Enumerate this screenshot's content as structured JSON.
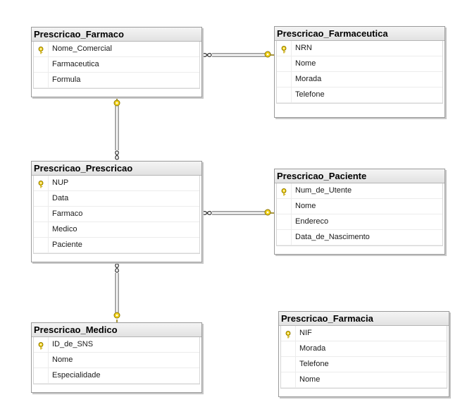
{
  "tables": {
    "farmaco": {
      "title": "Prescricao_Farmaco",
      "columns": [
        {
          "name": "Nome_Comercial",
          "key": true
        },
        {
          "name": "Farmaceutica",
          "key": false
        },
        {
          "name": "Formula",
          "key": false
        }
      ]
    },
    "farmaceutica": {
      "title": "Prescricao_Farmaceutica",
      "columns": [
        {
          "name": "NRN",
          "key": true
        },
        {
          "name": "Nome",
          "key": false
        },
        {
          "name": "Morada",
          "key": false
        },
        {
          "name": "Telefone",
          "key": false
        }
      ]
    },
    "prescricao": {
      "title": "Prescricao_Prescricao",
      "columns": [
        {
          "name": "NUP",
          "key": true
        },
        {
          "name": "Data",
          "key": false
        },
        {
          "name": "Farmaco",
          "key": false
        },
        {
          "name": "Medico",
          "key": false
        },
        {
          "name": "Paciente",
          "key": false
        }
      ]
    },
    "paciente": {
      "title": "Prescricao_Paciente",
      "columns": [
        {
          "name": "Num_de_Utente",
          "key": true
        },
        {
          "name": "Nome",
          "key": false
        },
        {
          "name": "Endereco",
          "key": false
        },
        {
          "name": "Data_de_Nascimento",
          "key": false
        }
      ]
    },
    "medico": {
      "title": "Prescricao_Medico",
      "columns": [
        {
          "name": "ID_de_SNS",
          "key": true
        },
        {
          "name": "Nome",
          "key": false
        },
        {
          "name": "Especialidade",
          "key": false
        }
      ]
    },
    "farmacia": {
      "title": "Prescricao_Farmacia",
      "columns": [
        {
          "name": "NIF",
          "key": true
        },
        {
          "name": "Morada",
          "key": false
        },
        {
          "name": "Telefone",
          "key": false
        },
        {
          "name": "Nome",
          "key": false
        }
      ]
    }
  },
  "relationships": [
    {
      "from": "farmaco",
      "to": "farmaceutica",
      "many_end": "farmaco",
      "key_end": "farmaceutica"
    },
    {
      "from": "prescricao",
      "to": "farmaco",
      "many_end": "prescricao",
      "key_end": "farmaco"
    },
    {
      "from": "prescricao",
      "to": "paciente",
      "many_end": "prescricao",
      "key_end": "paciente"
    },
    {
      "from": "prescricao",
      "to": "medico",
      "many_end": "prescricao",
      "key_end": "medico"
    }
  ],
  "colors": {
    "key": "#f2d21b",
    "key_outline": "#8a7400",
    "line": "#555555"
  }
}
